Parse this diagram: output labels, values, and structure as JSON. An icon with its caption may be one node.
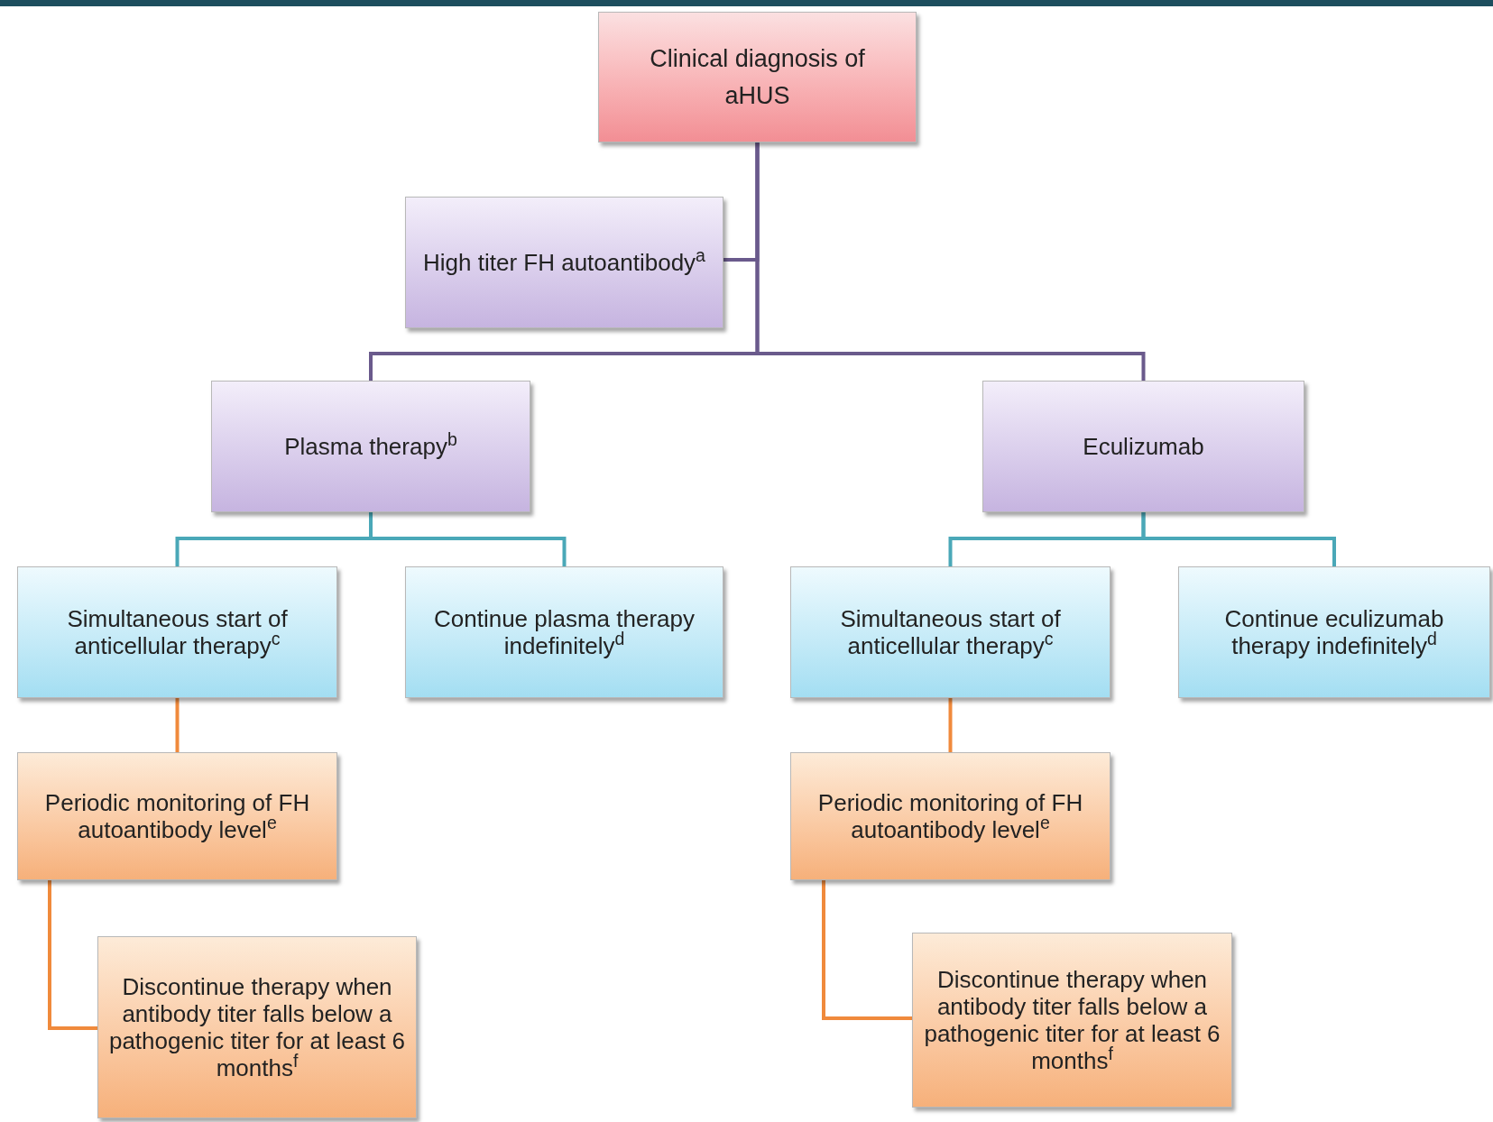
{
  "diagram": {
    "nodes": [
      {
        "text": [
          "Clinical diagnosis of aHUS"
        ]
      },
      {
        "text": [
          "High titer FH autoantibody$^{a}$"
        ]
      },
      {
        "text": [
          "Plasma therapy$^{b}$"
        ]
      },
      {
        "text": [
          "Eculizumab"
        ]
      },
      {
        "text": [
          "Simultaneous start of anticellular therapy$^{c}$"
        ]
      },
      {
        "text": [
          "Continue plasma therapy indefinitely$^{d}$"
        ]
      },
      {
        "text": [
          "Simultaneous start of anticellular therapy$^{c}$"
        ]
      },
      {
        "text": [
          "Continue eculizumab therapy indefinitely$^{d}$"
        ]
      },
      {
        "text": [
          "Periodic monitoring of FH autoantibody level$^{e}$"
        ]
      },
      {
        "text": [
          "Discontinue therapy when antibody titer falls below a pathogenic titer for at least 6 months$^{f}$"
        ]
      },
      {
        "text": [
          "Periodic monitoring of FH autoantibody level$^{e}$"
        ]
      },
      {
        "text": [
          "Discontinue therapy when antibody titer falls below a pathogenic titer for at least 6 months$^{f}$"
        ]
      }
    ],
    "edges": [
      {
        "from": 0,
        "to": 1,
        "arrow": "none",
        "color": "#6a5a8c"
      },
      {
        "from": 0,
        "to": 2,
        "arrow": "none",
        "color": "#6a5a8c"
      },
      {
        "from": 0,
        "to": 3,
        "arrow": "none",
        "color": "#6a5a8c"
      },
      {
        "from": 2,
        "to": 4,
        "arrow": "none",
        "color": "#4aa8b8"
      },
      {
        "from": 2,
        "to": 5,
        "arrow": "none",
        "color": "#4aa8b8"
      },
      {
        "from": 3,
        "to": 6,
        "arrow": "none",
        "color": "#4aa8b8"
      },
      {
        "from": 3,
        "to": 7,
        "arrow": "none",
        "color": "#4aa8b8"
      },
      {
        "from": 4,
        "to": 8,
        "arrow": "none",
        "color": "#f08a3c"
      },
      {
        "from": 6,
        "to": 10,
        "arrow": "none",
        "color": "#f08a3c"
      },
      {
        "from": 8,
        "to": 9,
        "arrow": "none",
        "color": "#f08a3c"
      },
      {
        "from": 10,
        "to": 11,
        "arrow": "none",
        "color": "#f08a3c"
      }
    ]
  }
}
